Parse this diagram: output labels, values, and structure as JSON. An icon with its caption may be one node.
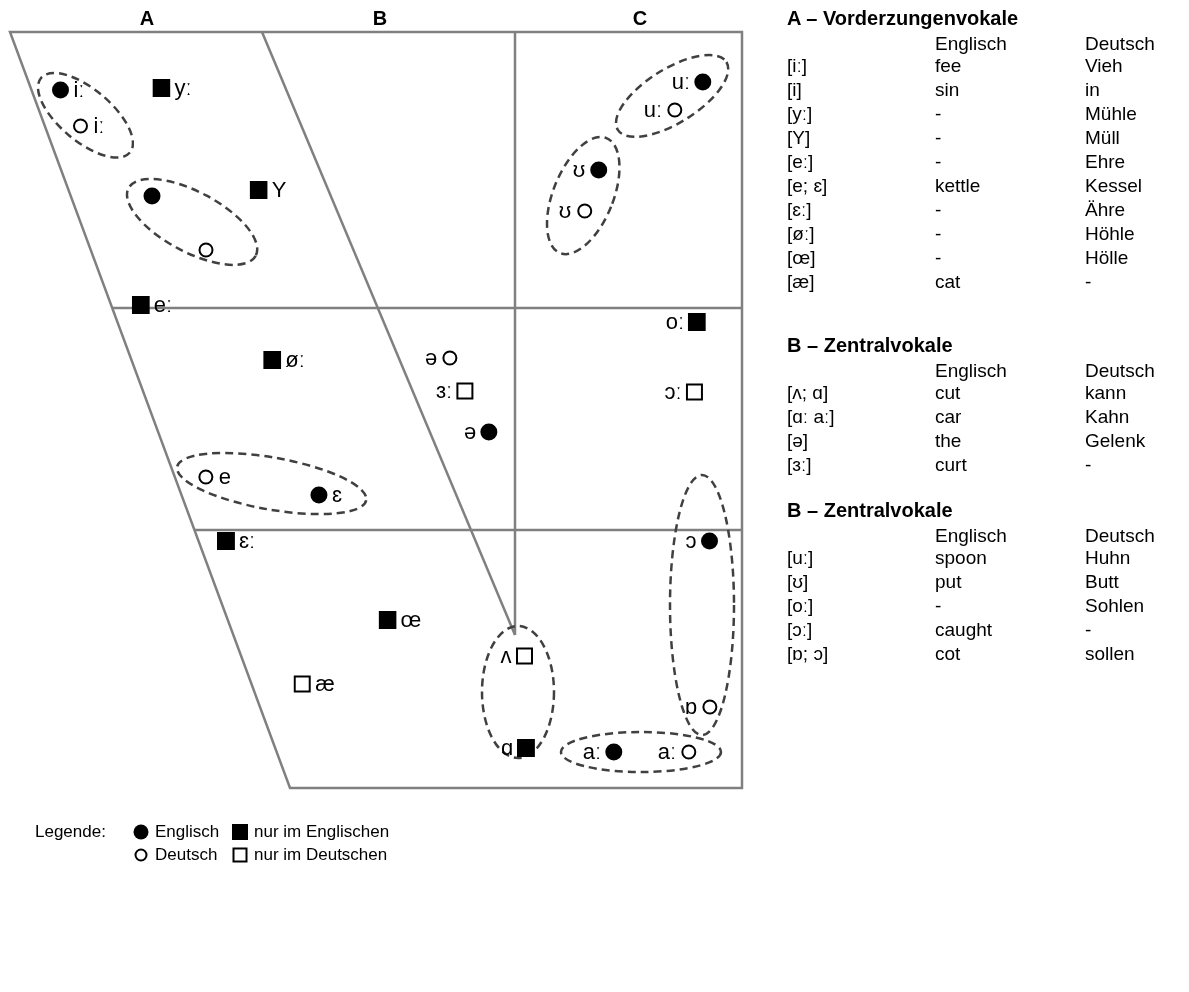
{
  "diagram": {
    "nodes": [
      {
        "text": [
          "iː",
          "iː"
        ]
      },
      {
        "text": [],
        "shape": "ellipse"
      },
      {
        "text": [
          "uː",
          "uː"
        ]
      },
      {
        "text": [
          "ʊ",
          "ʊ"
        ]
      },
      {
        "text": [
          "e",
          "ɛ"
        ]
      },
      {
        "text": [
          "ɔ",
          "ɒ"
        ]
      },
      {
        "text": [
          "ʌ",
          "ɑ"
        ]
      },
      {
        "text": [
          "aː",
          "aː"
        ]
      }
    ],
    "labels": [
      "A",
      "B",
      "C",
      "yː",
      "Y",
      "eː",
      "oː",
      "øː",
      "ə",
      "ɜː",
      "ɔː",
      "ə",
      "ɛː",
      "œ",
      "æ",
      "A – Vorderzungenvokale",
      "Englisch",
      "Deutsch",
      "[iː]",
      "fee",
      "Vieh",
      "[i]",
      "sin",
      "in",
      "[yː]",
      "-",
      "Mühle",
      "[Y]",
      "-",
      "Müll",
      "[eː]",
      "-",
      "Ehre",
      "[e; ɛ]",
      "kettle",
      "Kessel",
      "[ɛː]",
      "-",
      "Ähre",
      "[øː]",
      "-",
      "Höhle",
      "[œ]",
      "-",
      "Hölle",
      "[æ]",
      "cat",
      "-",
      "B – Zentralvokale",
      "Englisch",
      "Deutsch",
      "[ʌ; ɑ]",
      "cut",
      "kann",
      "[ɑː aː]",
      "car",
      "Kahn",
      "[ə]",
      "the",
      "Gelenk",
      "[ɜː]",
      "curt",
      "-",
      "B – Zentralvokale",
      "Englisch",
      "Deutsch",
      "[uː]",
      "spoon",
      "Huhn",
      "[ʊ]",
      "put",
      "Butt",
      "[oː]",
      "-",
      "Sohlen",
      "[ɔː]",
      "caught",
      "-",
      "[ɒ; ɔ]",
      "cot",
      "sollen",
      "Legende:"
    ],
    "legend": [
      {
        "text": "Englisch"
      },
      {
        "text": "nur im Englischen"
      },
      {
        "text": "Deutsch"
      },
      {
        "text": "nur im Deutschen"
      }
    ]
  }
}
